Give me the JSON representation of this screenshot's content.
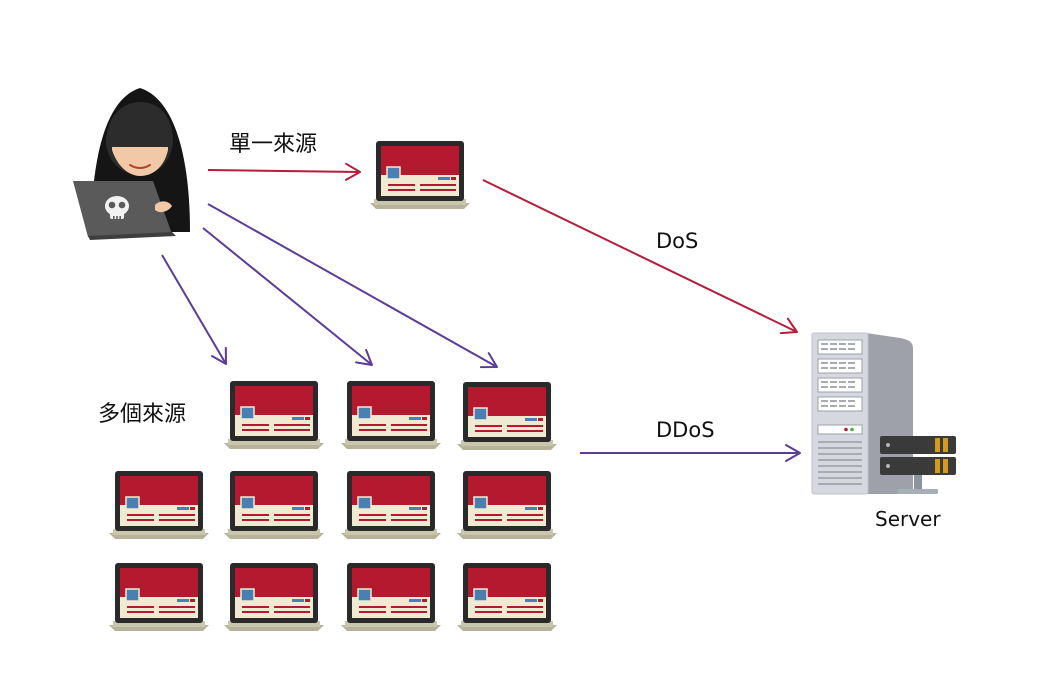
{
  "labels": {
    "single_source": "單一來源",
    "multiple_sources": "多個來源",
    "dos": "DoS",
    "ddos": "DDoS",
    "server": "Server"
  },
  "colors": {
    "dos_arrow": "#b51d3a",
    "ddos_arrow": "#5b3c99",
    "laptop_screen": "#b5192f",
    "laptop_bezel": "#2a2a2a",
    "laptop_base": "#b6b39a",
    "hood": "#151515",
    "attacker_laptop": "#5a5a5a",
    "server_body": "#d6d8e0",
    "server_drawer": "#d19b1f"
  },
  "icons": {
    "attacker": "hacker-icon",
    "skull": "skull-icon",
    "server": "server-icon",
    "laptop": "laptop-icon"
  }
}
